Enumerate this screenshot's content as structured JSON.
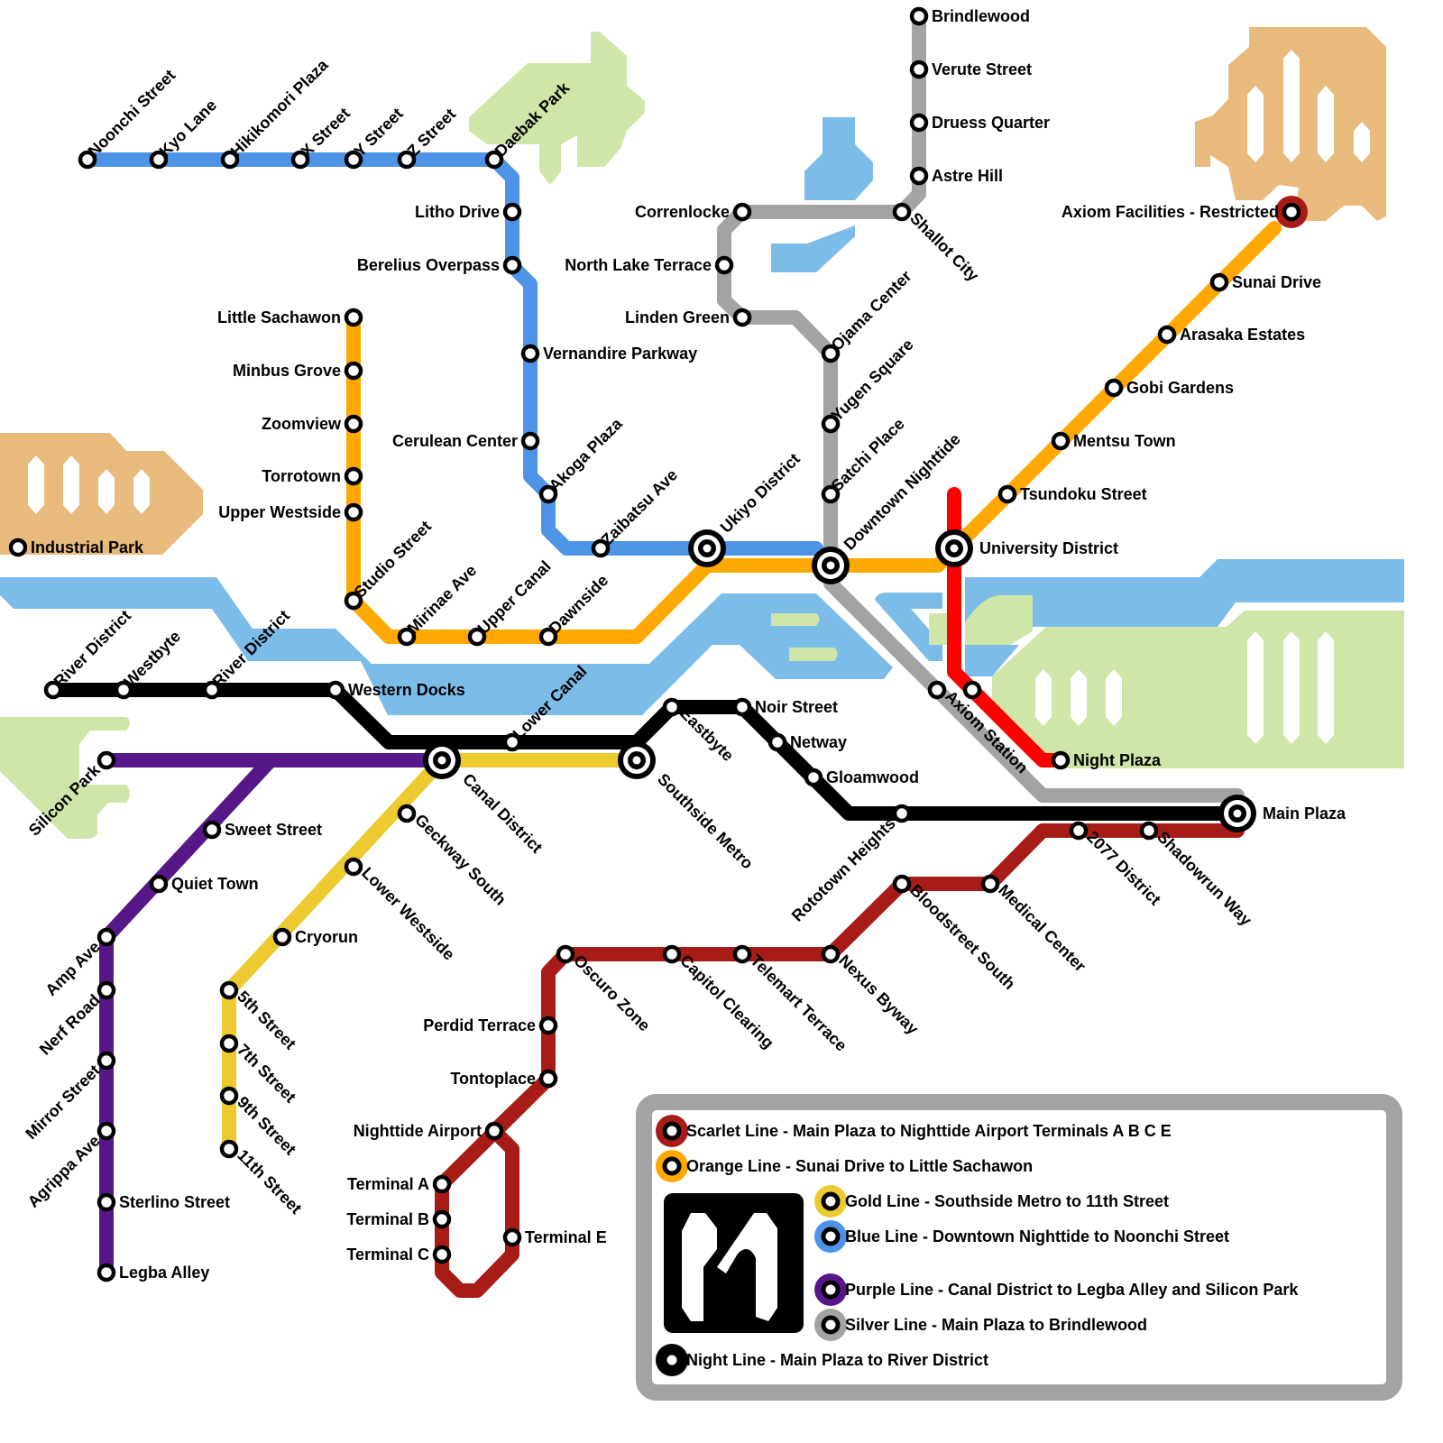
{
  "colors": {
    "water": "#7bbde8",
    "park": "#d0e5a8",
    "district": "#e8bb7d",
    "scarlet": "#a81c18",
    "red": "#ff0000",
    "orange": "#ffa800",
    "gold": "#ecca30",
    "blue": "#4d94e6",
    "purple": "#561888",
    "silver": "#a3a3a3",
    "night": "#000000"
  },
  "stations": [
    "Noonchi Street",
    "Kyo Lane",
    "Hikikomori Plaza",
    "X Street",
    "Y Street",
    "Z Street",
    "Daebak Park",
    "Litho Drive",
    "Berelius Overpass",
    "Vernandire Parkway",
    "Cerulean Center",
    "Akoga Plaza",
    "Zaibatsu Ave",
    "Ukiyo District",
    "Downtown Nighttide",
    "Little Sachawon",
    "Minbus Grove",
    "Zoomview",
    "Torrotown",
    "Upper Westside",
    "Studio Street",
    "Mirinae Ave",
    "Upper Canal",
    "Dawnside",
    "University District",
    "Tsundoku Street",
    "Mentsu Town",
    "Gobi Gardens",
    "Arasaka Estates",
    "Sunai Drive",
    "Axiom Facilities - Restricted",
    "Canal District",
    "Southside Metro",
    "Geckway South",
    "Lower Westside",
    "Cryorun",
    "5th Street",
    "7th Street",
    "9th Street",
    "11th Street",
    "Silicon Park",
    "Sweet Street",
    "Quiet Town",
    "Amp Ave",
    "Nerf Road",
    "Mirror Street",
    "Agrippa Ave",
    "Sterlino Street",
    "Legba Alley",
    "River District",
    "Westbyte",
    "River District",
    "Western Docks",
    "Lower Canal",
    "Eastbyte",
    "Noir Street",
    "Netway",
    "Gloamwood",
    "Rototown Heights",
    "Main Plaza",
    "Brindlewood",
    "Verute Street",
    "Druess Quarter",
    "Astre Hill",
    "Shallot City",
    "Correnlocke",
    "North Lake Terrace",
    "Linden Green",
    "Ojama Center",
    "Yugen Square",
    "Satchi Place",
    "Axiom Station",
    "Night Plaza",
    "Medical Center",
    "Bloodstreet South",
    "Nexus Byway",
    "Telemart Terrace",
    "Capitol Clearing",
    "Oscuro Zone",
    "Perdid Terrace",
    "Tontoplace",
    "Nighttide Airport",
    "Terminal A",
    "Terminal B",
    "Terminal C",
    "Terminal E",
    "2077 District",
    "Shadowrun Way",
    "Industrial Park"
  ],
  "legend": [
    {
      "label": "Scarlet Line - Main Plaza to Nighttide Airport Terminals A B C E",
      "color": "#a81c18"
    },
    {
      "label": "Orange Line - Sunai Drive to Little Sachawon",
      "color": "#ffa800"
    },
    {
      "label": "Gold Line - Southside Metro to 11th Street",
      "color": "#ecca30"
    },
    {
      "label": "Blue Line - Downtown Nighttide to Noonchi Street",
      "color": "#4d94e6"
    },
    {
      "label": "Purple Line - Canal District to Legba Alley and Silicon Park",
      "color": "#561888"
    },
    {
      "label": "Silver Line - Main Plaza to Brindlewood",
      "color": "#a3a3a3"
    },
    {
      "label": "Night Line - Main Plaza to River District",
      "color": "#000000"
    }
  ],
  "logo": "metro-logo"
}
